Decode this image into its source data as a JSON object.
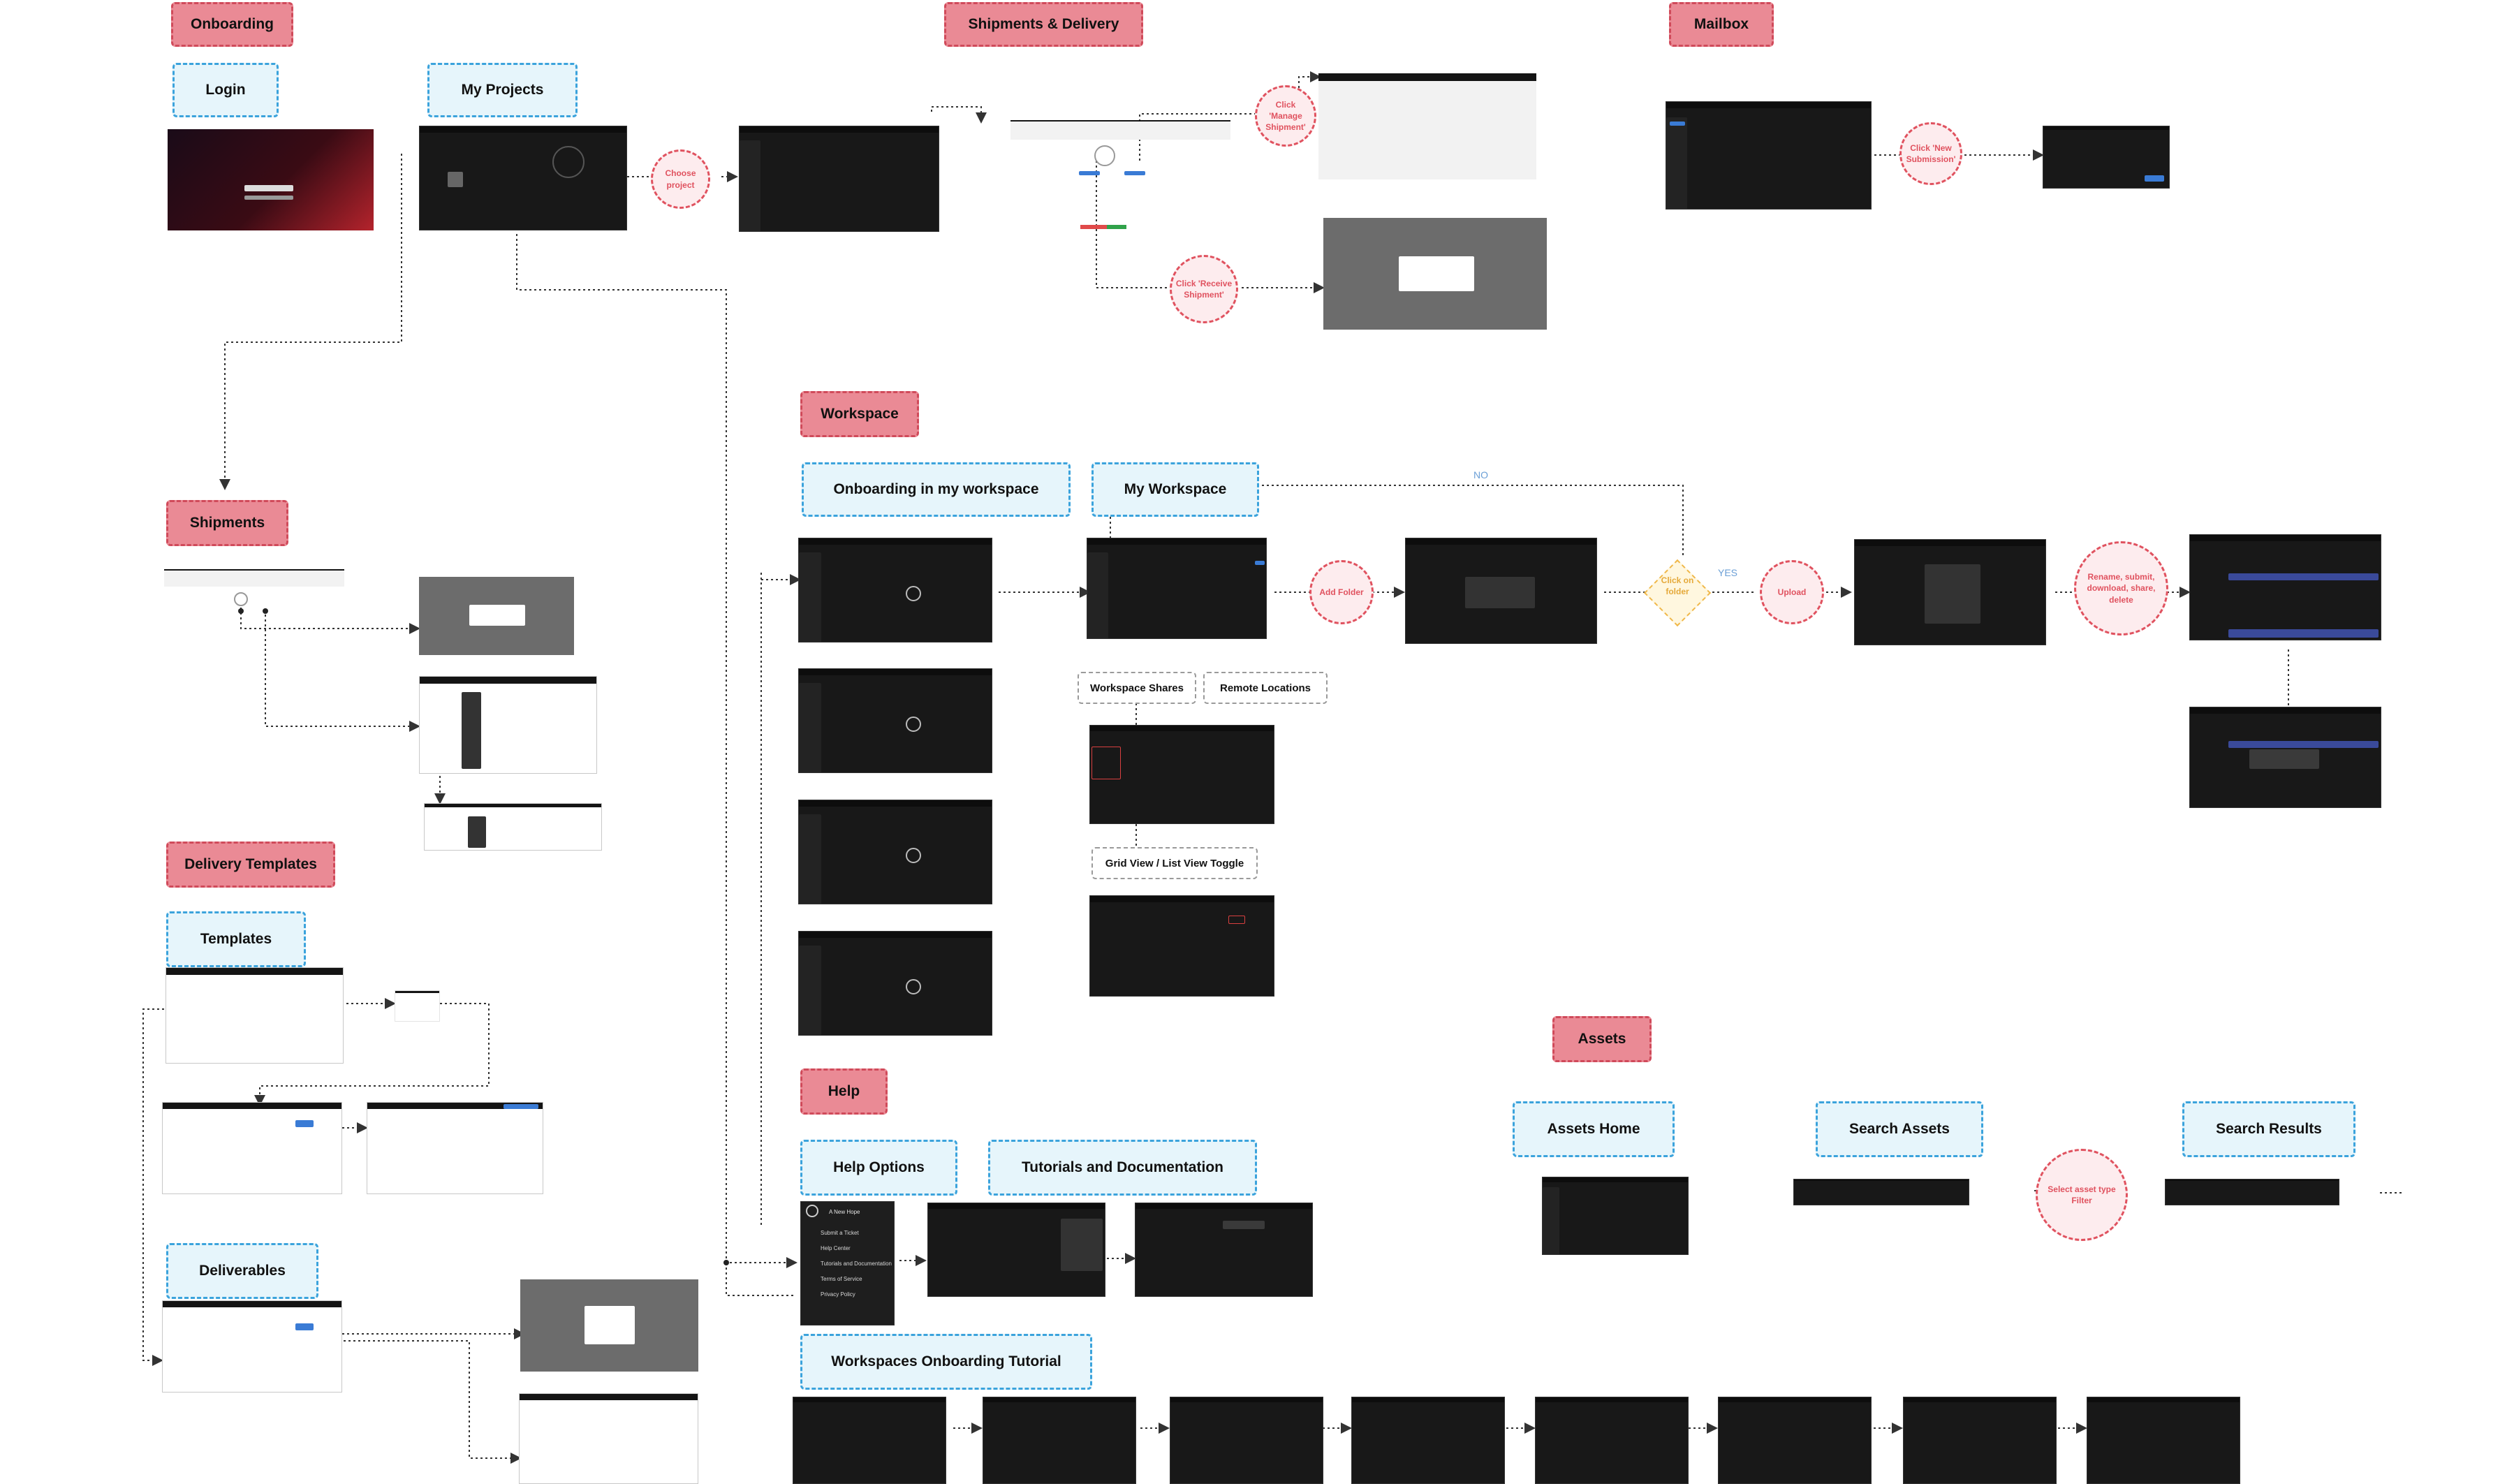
{
  "sections": {
    "onboarding": "Onboarding",
    "shipments_delivery": "Shipments & Delivery",
    "mailbox": "Mailbox",
    "workspace": "Workspace",
    "shipments": "Shipments",
    "delivery_templates": "Delivery Templates",
    "help": "Help",
    "assets": "Assets"
  },
  "subsections": {
    "login": "Login",
    "my_projects": "My Projects",
    "onboarding_workspace": "Onboarding in my workspace",
    "my_workspace": "My Workspace",
    "templates": "Templates",
    "deliverables": "Deliverables",
    "help_options": "Help Options",
    "tutorials_docs": "Tutorials and Documentation",
    "workspaces_tutorial": "Workspaces Onboarding Tutorial",
    "assets_home": "Assets Home",
    "search_assets": "Search Assets",
    "search_results": "Search Results"
  },
  "labels": {
    "workspace_shares": "Workspace Shares",
    "remote_locations": "Remote Locations",
    "grid_list_toggle": "Grid View / List View Toggle"
  },
  "actions": {
    "choose_project": "Choose project",
    "manage_shipment": "Click 'Manage Shipment'",
    "receive_shipment": "Click 'Receive Shipment'",
    "new_submission": "Click 'New Submission'",
    "add_folder": "Add Folder",
    "upload": "Upload",
    "rename": "Rename, submit, download, share, delete",
    "select_filter": "Select asset type Filter"
  },
  "decision": {
    "text": "Click on folder",
    "yes": "YES",
    "no": "NO"
  },
  "help_menu": {
    "header": "A New Hope",
    "items": [
      "Submit a Ticket",
      "Help Center",
      "Tutorials and Documentation",
      "Terms of Service",
      "Privacy Policy"
    ]
  },
  "colors": {
    "section_fill": "#ea8a95",
    "section_border": "#d04a5a",
    "subsection_fill": "#e6f5fb",
    "subsection_border": "#3ba3dc",
    "action": "#e0525f",
    "decision": "#f0b84a",
    "yes_no": "#6b9fd6",
    "screen_dark": "#181818"
  }
}
